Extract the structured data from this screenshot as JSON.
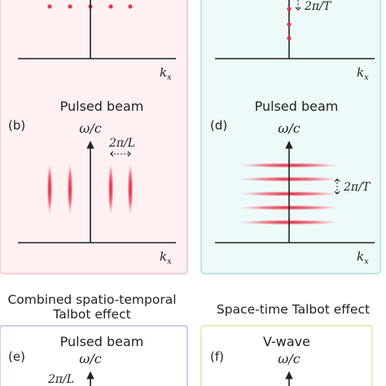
{
  "colors": {
    "panel_a_fill": "#fff1f2",
    "panel_a_border": "#f2c3c8",
    "panel_c_fill": "#eefafa",
    "panel_c_border": "#a8dede",
    "panel_e_fill": "#ffffff",
    "panel_e_border": "#c7b8e8",
    "panel_f_fill": "#ffffff",
    "panel_f_border": "#dde7a0",
    "beam": "#e23a4e",
    "axis": "#222222"
  },
  "panels": {
    "top_left": {
      "axis_label": "k",
      "axis_sub": "x"
    },
    "top_right": {
      "period_label": "2π/T",
      "axis_label": "k",
      "axis_sub": "x"
    },
    "b": {
      "letter": "(b)",
      "title": "Pulsed beam",
      "yaxis": "ω/c",
      "period_label": "2π/L",
      "axis_label": "k",
      "axis_sub": "x"
    },
    "d": {
      "letter": "(d)",
      "title": "Pulsed beam",
      "yaxis": "ω/c",
      "period_label": "2π/T",
      "axis_label": "k",
      "axis_sub": "x"
    },
    "e": {
      "caption_line1": "Combined spatio-temporal",
      "caption_line2": "Talbot effect",
      "letter": "(e)",
      "title": "Pulsed beam",
      "yaxis": "ω/c",
      "period_label": "2π/L"
    },
    "f": {
      "caption": "Space-time Talbot effect",
      "letter": "(f)",
      "title": "V-wave",
      "yaxis": "ω/c"
    }
  }
}
